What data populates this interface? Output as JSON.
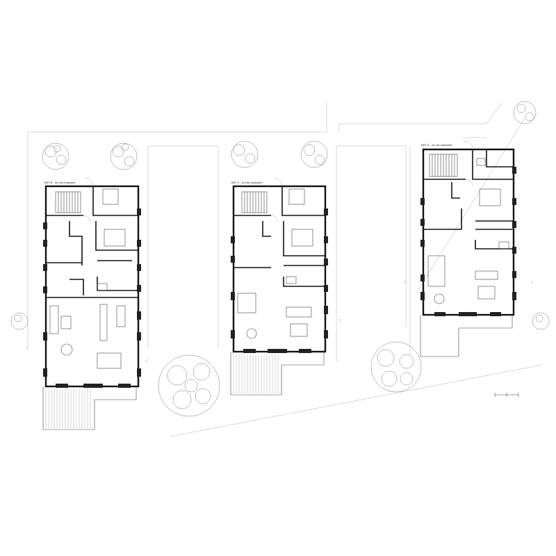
{
  "drawing": {
    "title": "",
    "buildings": [
      {
        "id": "B",
        "label": "BAT B - rez-de-chaussée"
      },
      {
        "id": "C",
        "label": "BAT C - rez-de-chaussée"
      },
      {
        "id": "D",
        "label": "BAT D - rez-de-chaussée"
      }
    ],
    "scale_bar": {
      "labels": [
        "",
        "",
        ""
      ]
    }
  },
  "colors": {
    "ink": "#111111",
    "line": "#444444",
    "hair": "#999999",
    "paper": "#ffffff"
  }
}
